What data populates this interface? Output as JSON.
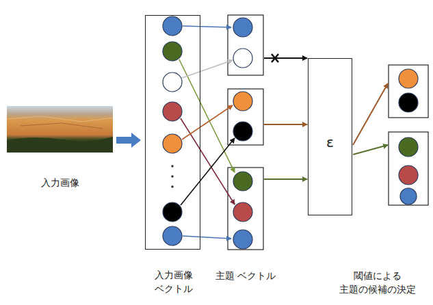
{
  "diagram": {
    "nodes": [
      {
        "text": [
          "入力画像"
        ]
      },
      {
        "text": [
          "入力画像 ベクトル"
        ]
      },
      {
        "text": [
          "ε"
        ]
      }
    ],
    "edges": [
      {
        "from": 0,
        "to": 1,
        "arrow": "to"
      }
    ],
    "labels": [
      "主題 ベクトル",
      "閾値による 主題の候補の決定"
    ]
  }
}
